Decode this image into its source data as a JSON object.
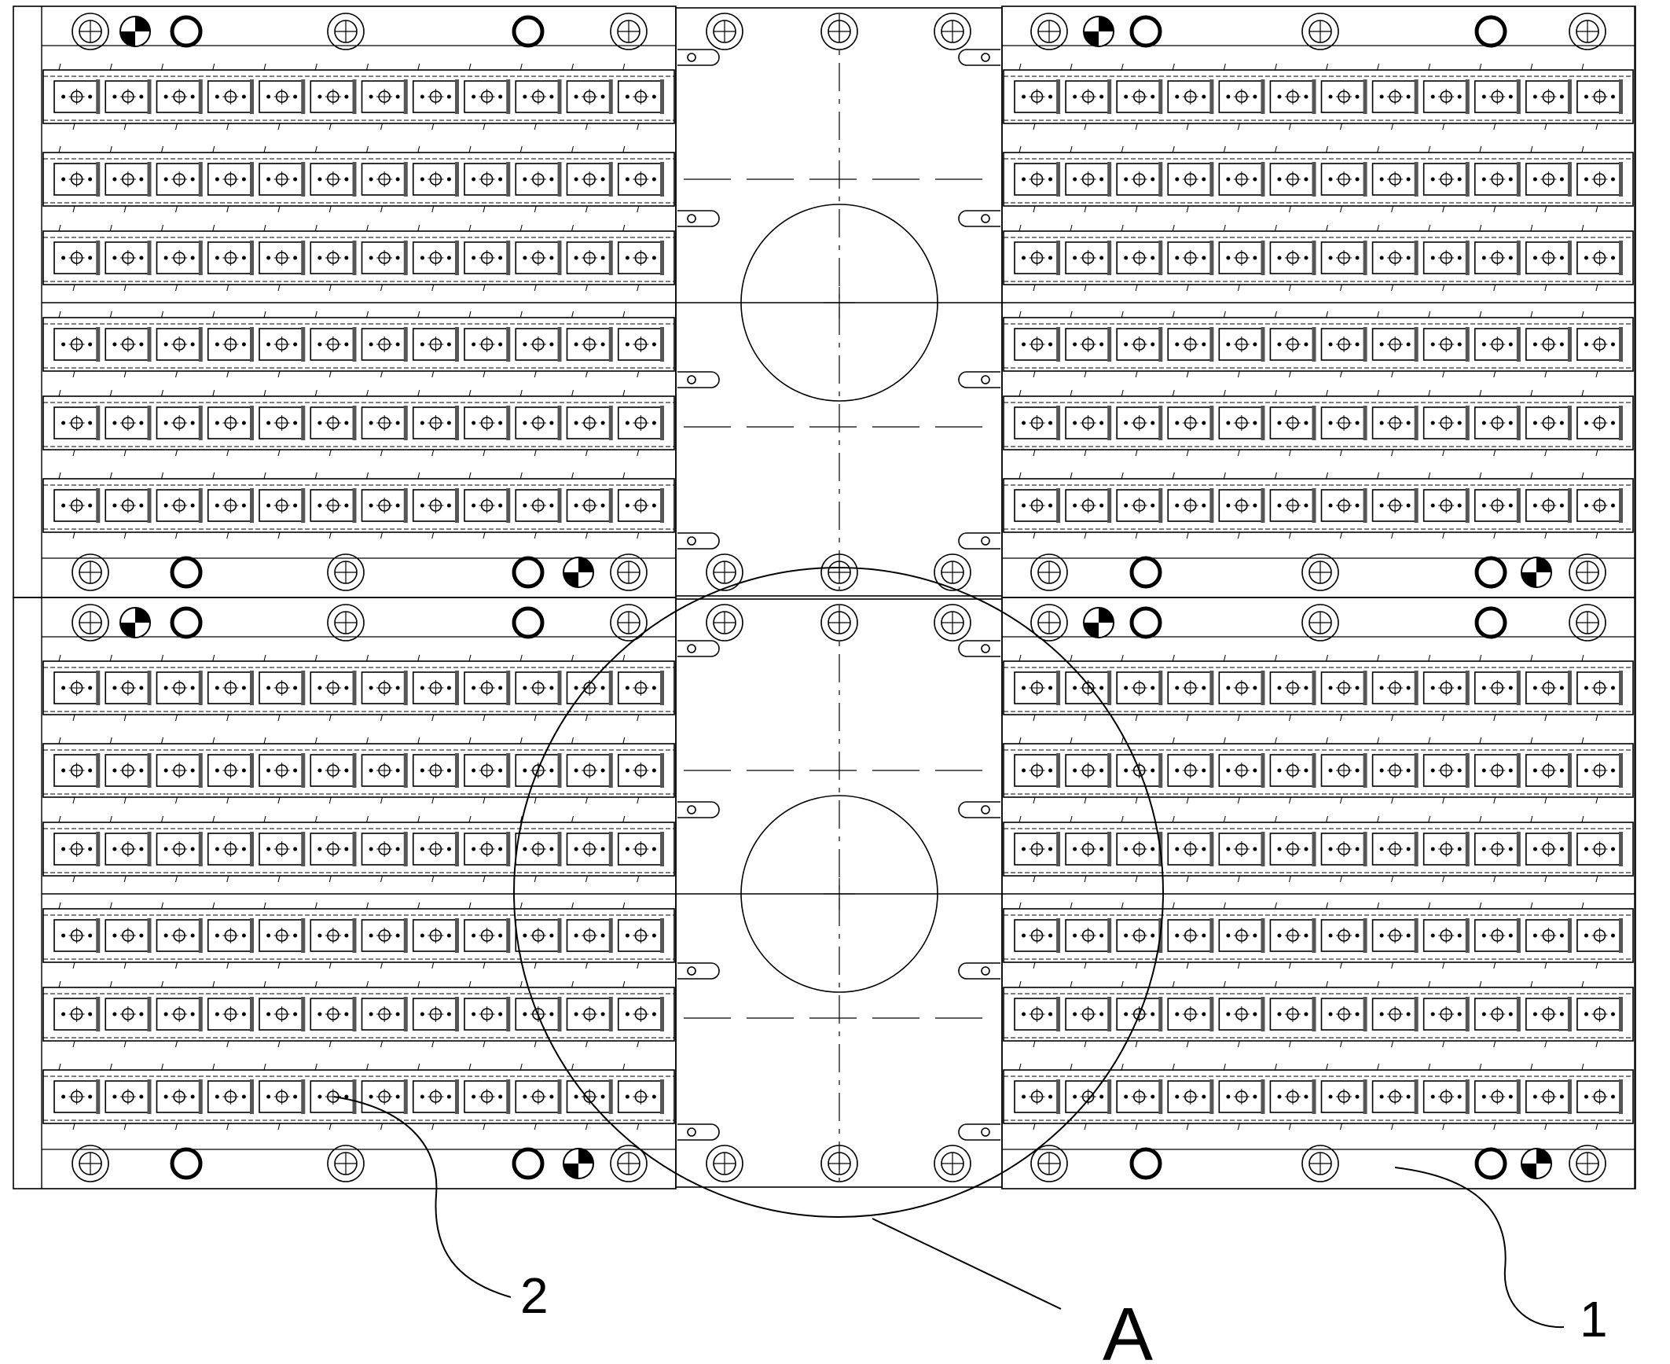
{
  "figure": {
    "callouts": [
      {
        "id": "callout-2",
        "text": "2"
      },
      {
        "id": "callout-A",
        "text": "A"
      },
      {
        "id": "callout-1",
        "text": "1"
      }
    ],
    "modules": {
      "rows_per_side": 6,
      "cells_per_row": 12,
      "module_count": 2
    },
    "colors": {
      "line": "#000000",
      "background": "#ffffff",
      "pin_fill": "#000000"
    }
  }
}
